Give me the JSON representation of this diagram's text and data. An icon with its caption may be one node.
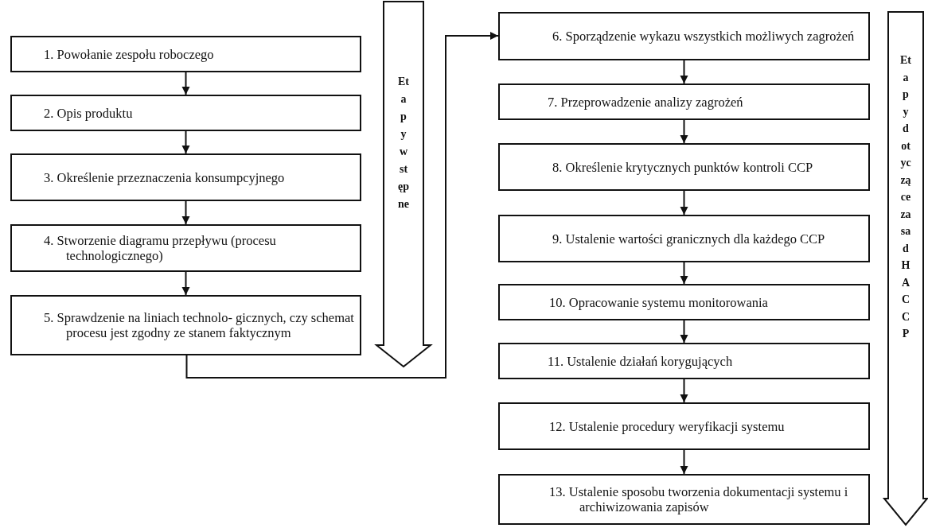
{
  "diagram": {
    "nodes": [
      {
        "text": [
          "1. Powołanie zespołu roboczego"
        ]
      },
      {
        "text": [
          "2. Opis produktu"
        ]
      },
      {
        "text": [
          "3. Określenie przeznaczenia konsumpcyjnego"
        ]
      },
      {
        "text": [
          "4. Stworzenie diagramu przepływu (procesu technologicznego)"
        ]
      },
      {
        "text": [
          "5. Sprawdzenie na liniach technolo- gicznych, czy schemat procesu jest zgodny ze stanem faktycznym"
        ]
      },
      {
        "text": [
          "6. Sporządzenie wykazu wszystkich możliwych zagrożeń"
        ]
      },
      {
        "text": [
          "7. Przeprowadzenie analizy zagrożeń"
        ]
      },
      {
        "text": [
          "8. Określenie krytycznych punktów kontroli CCP"
        ]
      },
      {
        "text": [
          "9. Ustalenie wartości granicznych dla każdego CCP"
        ]
      },
      {
        "text": [
          "10. Opracowanie systemu monitorowania"
        ]
      },
      {
        "text": [
          "11. Ustalenie działań korygujących"
        ]
      },
      {
        "text": [
          "12. Ustalenie procedury weryfikacji systemu"
        ]
      },
      {
        "text": [
          "13. Ustalenie sposobu tworzenia dokumentacji systemu i archiwizowania zapisów"
        ]
      },
      {
        "text": [
          "Etapy wstępne"
        ]
      },
      {
        "text": [
          "Etapy dotyczące zasad HACCP"
        ]
      }
    ],
    "edges": [
      {
        "from": 0,
        "to": 1,
        "arrow": "to"
      },
      {
        "from": 1,
        "to": 2,
        "arrow": "to"
      },
      {
        "from": 2,
        "to": 3,
        "arrow": "to"
      },
      {
        "from": 3,
        "to": 4,
        "arrow": "to"
      },
      {
        "from": 4,
        "to": 5,
        "arrow": "to"
      },
      {
        "from": 5,
        "to": 6,
        "arrow": "to"
      },
      {
        "from": 6,
        "to": 7,
        "arrow": "to"
      },
      {
        "from": 7,
        "to": 8,
        "arrow": "to"
      },
      {
        "from": 8,
        "to": 9,
        "arrow": "to"
      },
      {
        "from": 9,
        "to": 10,
        "arrow": "to"
      },
      {
        "from": 10,
        "to": 11,
        "arrow": "to"
      },
      {
        "from": 11,
        "to": 12,
        "arrow": "to"
      }
    ]
  }
}
